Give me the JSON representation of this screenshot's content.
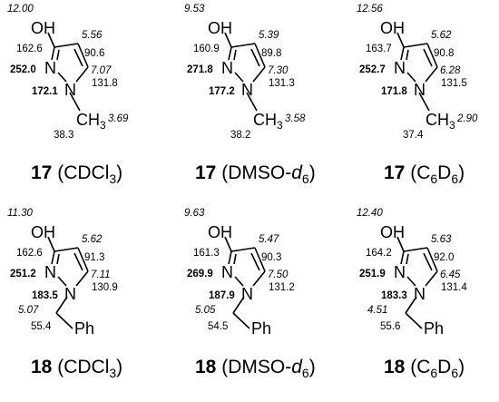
{
  "panels": [
    {
      "compound": "17",
      "solvent_pre": "(CDCl",
      "solvent_sub": "3",
      "solvent_post": ")",
      "oh_h": "12.00",
      "c3": "162.6",
      "c4_h": "5.56",
      "c4": "90.6",
      "n2": "252.0",
      "c5_h": "7.07",
      "c5": "131.8",
      "n1": "172.1",
      "sub_label": "CH",
      "sub_sub": "3",
      "ch_h": "3.69",
      "ch_c": "38.3"
    },
    {
      "compound": "17",
      "solvent_pre": "(DMSO-",
      "solvent_sub": "6",
      "solvent_post": ")",
      "oh_h": "9.53",
      "c3": "160.9",
      "c4_h": "5.39",
      "c4": "89.8",
      "n2": "271.8",
      "c5_h": "7.30",
      "c5": "131.3",
      "n1": "177.2",
      "sub_label": "CH",
      "sub_sub": "3",
      "ch_h": "3.58",
      "ch_c": "38.2"
    },
    {
      "compound": "17",
      "solvent_pre": "(C",
      "solvent_sub": "6",
      "solvent_mid": "D",
      "solvent_sub2": "6",
      "solvent_post": ")",
      "oh_h": "12.56",
      "c3": "163.7",
      "c4_h": "5.62",
      "c4": "90.8",
      "n2": "252.7",
      "c5_h": "6.28",
      "c5": "131.5",
      "n1": "171.8",
      "sub_label": "CH",
      "sub_sub": "3",
      "ch_h": "2.90",
      "ch_c": "37.4"
    },
    {
      "compound": "18",
      "solvent_pre": "(CDCl",
      "solvent_sub": "3",
      "solvent_post": ")",
      "oh_h": "11.30",
      "c3": "162.6",
      "c4_h": "5.62",
      "c4": "91.3",
      "n2": "251.2",
      "c5_h": "7.11",
      "c5": "130.9",
      "n1": "183.5",
      "ch_h": "5.07",
      "ch_c": "55.4",
      "ph": "Ph"
    },
    {
      "compound": "18",
      "solvent_pre": "(DMSO-",
      "solvent_sub": "6",
      "solvent_post": ")",
      "oh_h": "9.63",
      "c3": "161.3",
      "c4_h": "5.47",
      "c4": "90.3",
      "n2": "269.9",
      "c5_h": "7.50",
      "c5": "131.2",
      "n1": "187.9",
      "ch_h": "5.05",
      "ch_c": "54.5",
      "ph": "Ph"
    },
    {
      "compound": "18",
      "solvent_pre": "(C",
      "solvent_sub": "6",
      "solvent_mid": "D",
      "solvent_sub2": "6",
      "solvent_post": ")",
      "oh_h": "12.40",
      "c3": "164.2",
      "c4_h": "5.63",
      "c4": "92.0",
      "n2": "251.9",
      "c5_h": "6.45",
      "c5": "131.4",
      "n1": "183.3",
      "ch_h": "4.51",
      "ch_c": "55.6",
      "ph": "Ph"
    }
  ],
  "atoms": {
    "o": "O",
    "h": "H",
    "n": "N"
  }
}
